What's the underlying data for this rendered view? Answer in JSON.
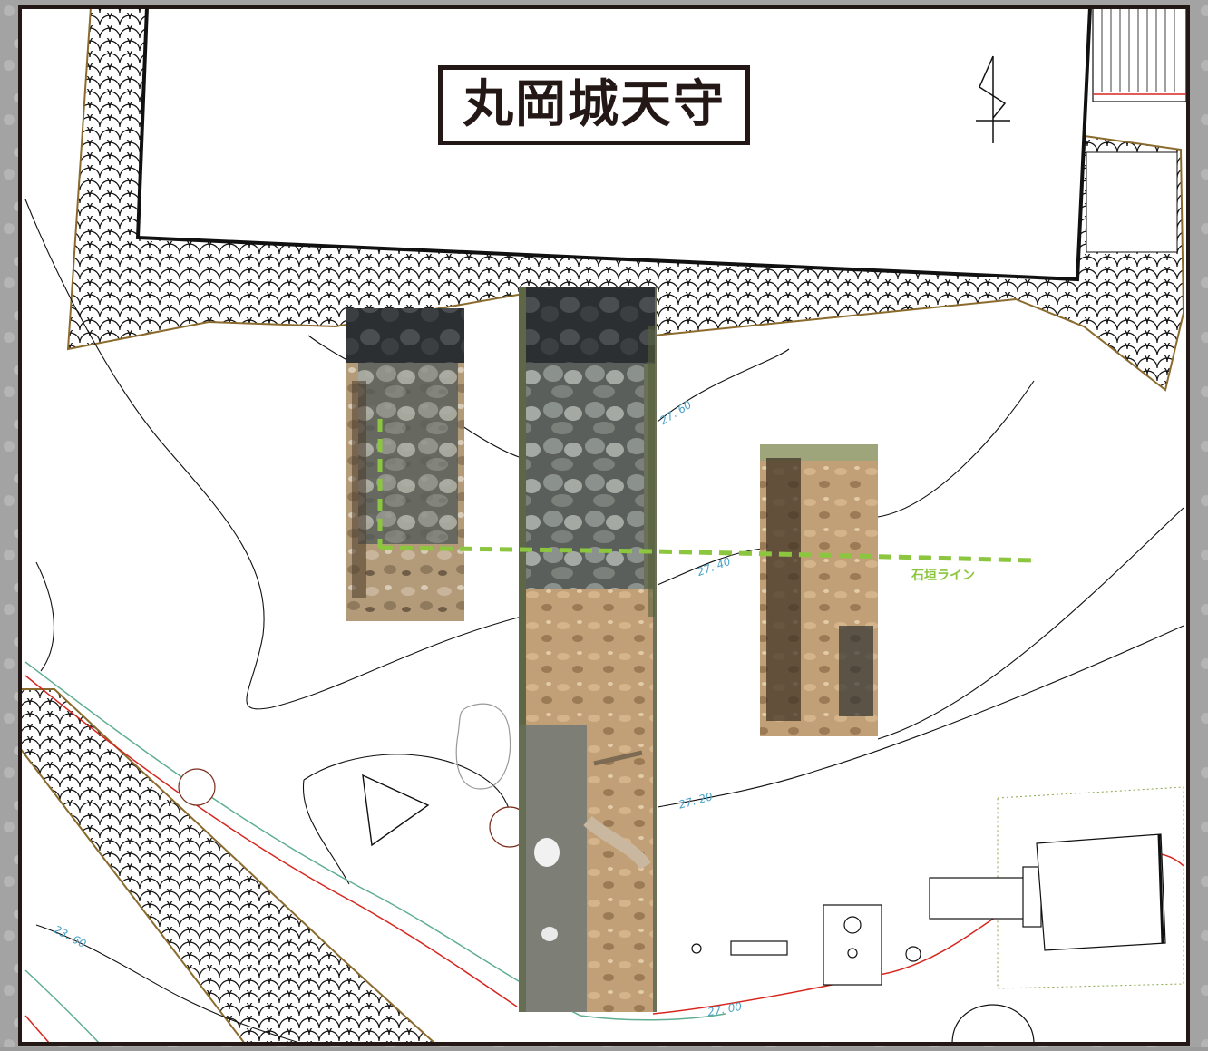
{
  "map": {
    "title": "丸岡城天守",
    "annotation": "石垣ライン",
    "contours": [
      {
        "label": "27. 60"
      },
      {
        "label": "27. 40"
      },
      {
        "label": "27. 20"
      },
      {
        "label": "27. 00"
      },
      {
        "label": "23. 60"
      }
    ],
    "colors": {
      "stone_line": "#8cc63f",
      "contour_label": "#4aa3c8",
      "boundary_red": "#d7261e",
      "boundary_green": "#5fae8f",
      "frame": "#231815"
    },
    "icons": [
      "north-arrow-icon"
    ]
  }
}
